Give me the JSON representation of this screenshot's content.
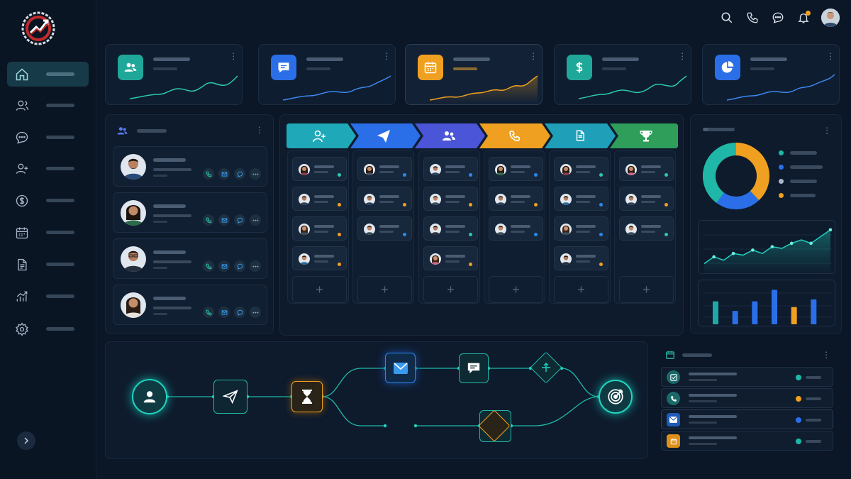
{
  "colors": {
    "background": "#0b1626",
    "teal": "#1fb8a8",
    "blue": "#2a6fe8",
    "indigo": "#3f58d8",
    "amber": "#f0a020",
    "green": "#2e9e5a",
    "accent_glow": "#20d4c0"
  },
  "sidebar": {
    "items": [
      {
        "icon": "home-icon",
        "active": true
      },
      {
        "icon": "contacts-icon",
        "active": false
      },
      {
        "icon": "chat-icon",
        "active": false
      },
      {
        "icon": "add-user-icon",
        "active": false
      },
      {
        "icon": "dollar-icon",
        "active": false
      },
      {
        "icon": "calendar-icon",
        "active": false
      },
      {
        "icon": "document-icon",
        "active": false
      },
      {
        "icon": "analytics-icon",
        "active": false
      },
      {
        "icon": "settings-icon",
        "active": false
      }
    ]
  },
  "kpi_cards": [
    {
      "icon": "users-icon",
      "color": "#1fa89a"
    },
    {
      "icon": "message-icon",
      "color": "#2a6fe8"
    },
    {
      "icon": "calendar-icon",
      "color": "#f0a020"
    },
    {
      "icon": "dollar-icon",
      "color": "#1fa89a"
    },
    {
      "icon": "pie-chart-icon",
      "color": "#2a6fe8"
    }
  ],
  "pipeline": {
    "stages": [
      {
        "icon": "add-user-icon",
        "color": "#1fa8b8"
      },
      {
        "icon": "send-icon",
        "color": "#2a6fe8"
      },
      {
        "icon": "users-icon",
        "color": "#4a55d8"
      },
      {
        "icon": "phone-icon",
        "color": "#f0a020"
      },
      {
        "icon": "document-icon",
        "color": "#1f9fb8"
      },
      {
        "icon": "trophy-icon",
        "color": "#2e9e5a"
      }
    ]
  },
  "chart_data": [
    {
      "type": "pie",
      "values": [
        38,
        22,
        40
      ],
      "colors": [
        "#f0a020",
        "#2a6fe8",
        "#1fb8a8"
      ]
    },
    {
      "type": "line",
      "x": [
        1,
        2,
        3,
        4,
        5,
        6,
        7,
        8,
        9,
        10,
        11,
        12,
        13,
        14
      ],
      "values": [
        2,
        4,
        3,
        5,
        4.5,
        6,
        5,
        7,
        6.5,
        8,
        9,
        8,
        10,
        12
      ],
      "ylim": [
        0,
        13
      ]
    },
    {
      "type": "bar",
      "values": [
        6,
        3.5,
        6,
        9,
        4.5,
        6.5
      ],
      "colors": [
        "#1fa8a8",
        "#2a6fe8",
        "#2a6fe8",
        "#2a6fe8",
        "#f0a020",
        "#2a6fe8"
      ],
      "ylim": [
        0,
        10
      ]
    }
  ]
}
